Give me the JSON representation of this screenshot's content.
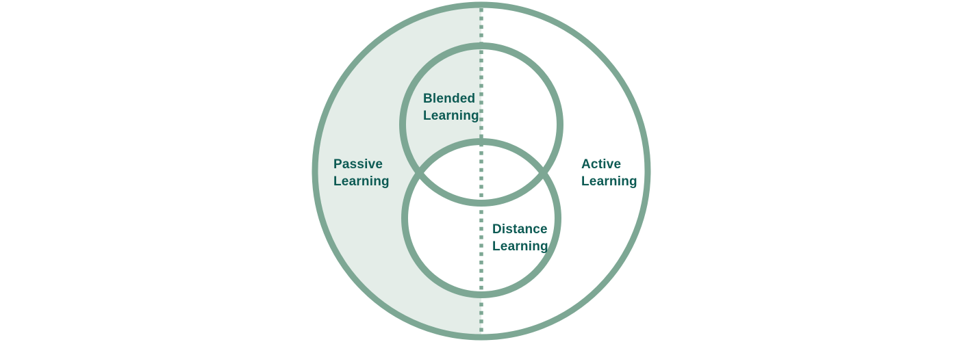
{
  "diagram": {
    "type": "venn-diagram",
    "colors": {
      "background": "#ffffff",
      "circle_stroke": "#7da794",
      "passive_fill": "#e4ede8",
      "active_fill": "#ffffff",
      "divider_dots": "#7da794",
      "label_text": "#0c5a53"
    },
    "regions": {
      "passive": {
        "label": "Passive\nLearning"
      },
      "active": {
        "label": "Active\nLearning"
      },
      "blended": {
        "label": "Blended\nLearning"
      },
      "distance": {
        "label": "Distance\nLearning"
      }
    }
  }
}
